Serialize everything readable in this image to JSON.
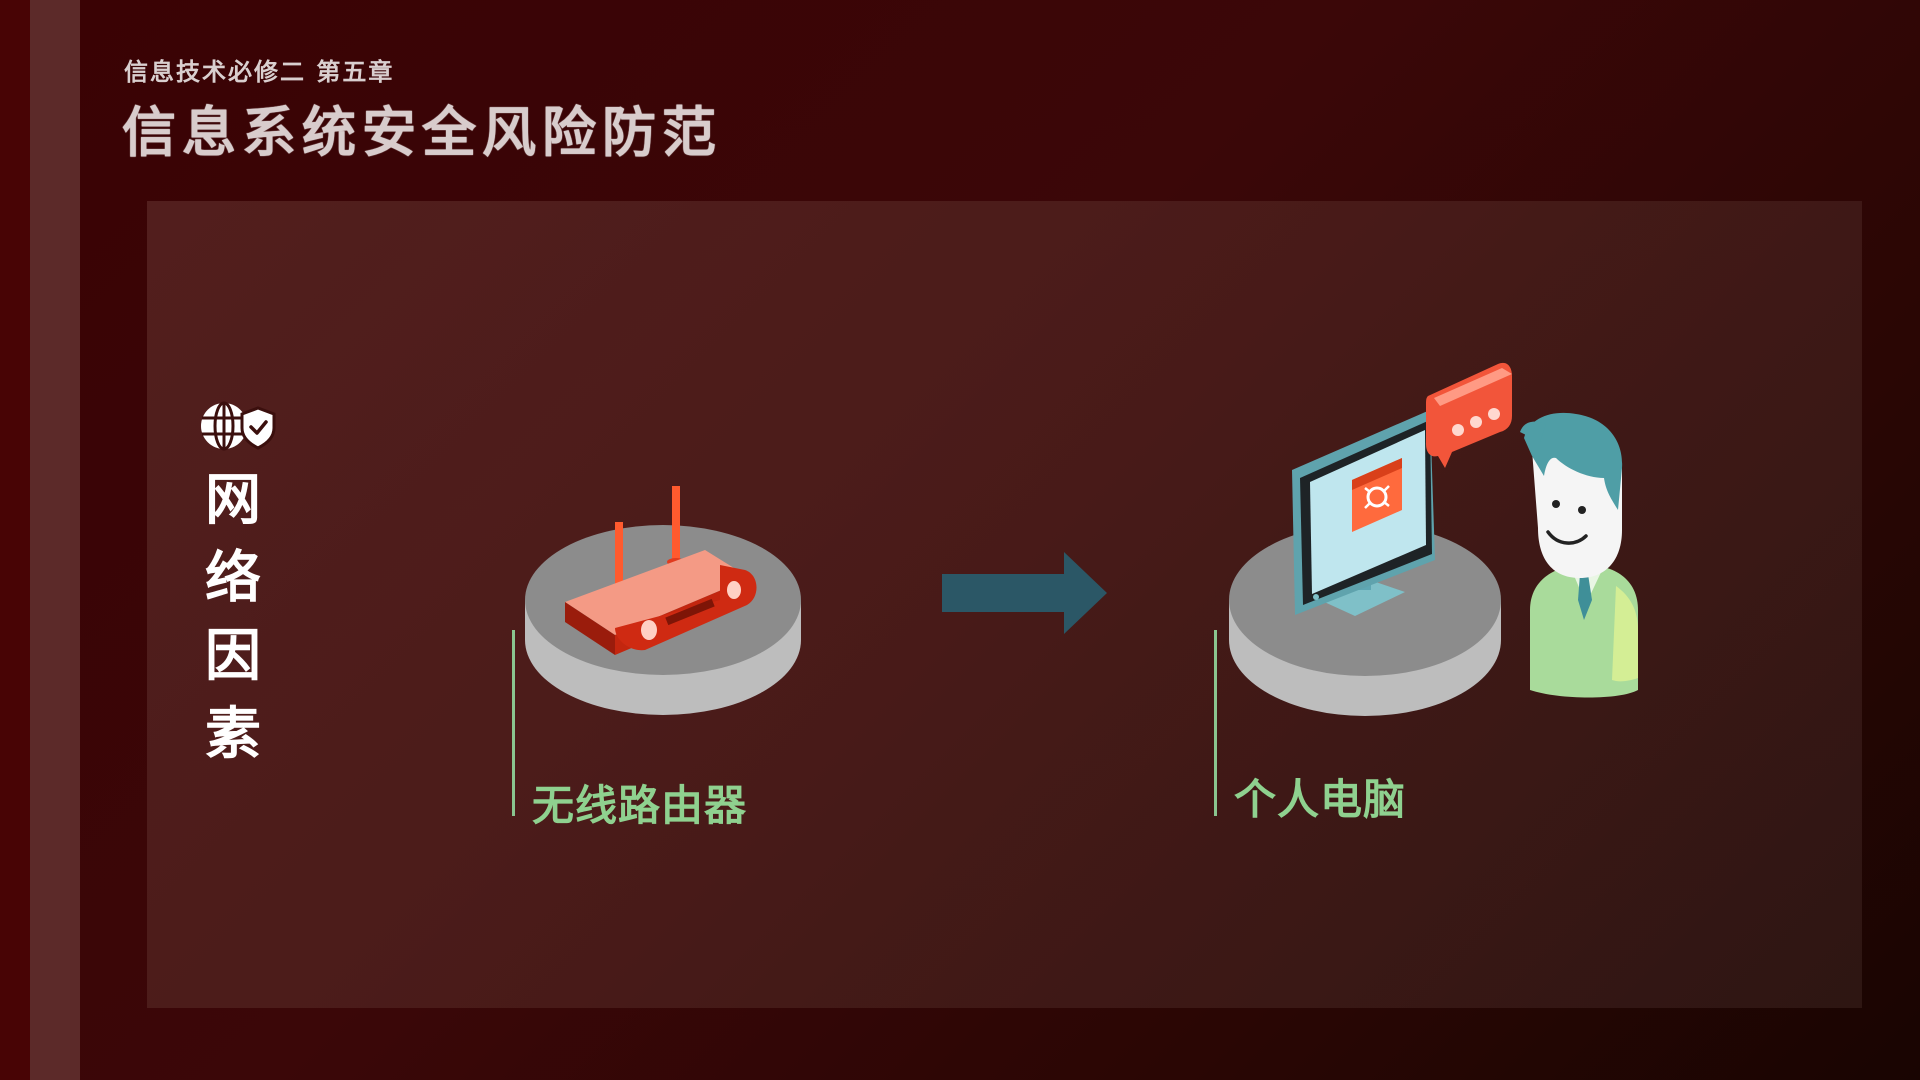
{
  "header": {
    "chapter": "信息技术必修二  第五章",
    "title": "信息系统安全风险防范"
  },
  "section": {
    "icon": "globe-shield-icon",
    "chars": [
      "网",
      "络",
      "因",
      "素"
    ]
  },
  "items": {
    "router_label": "无线路由器",
    "pc_label": "个人电脑"
  },
  "colors": {
    "accent_green": "#8fd18f",
    "arrow": "#2b5766",
    "router": "#d0301c",
    "monitor": "#6fb3bf"
  }
}
